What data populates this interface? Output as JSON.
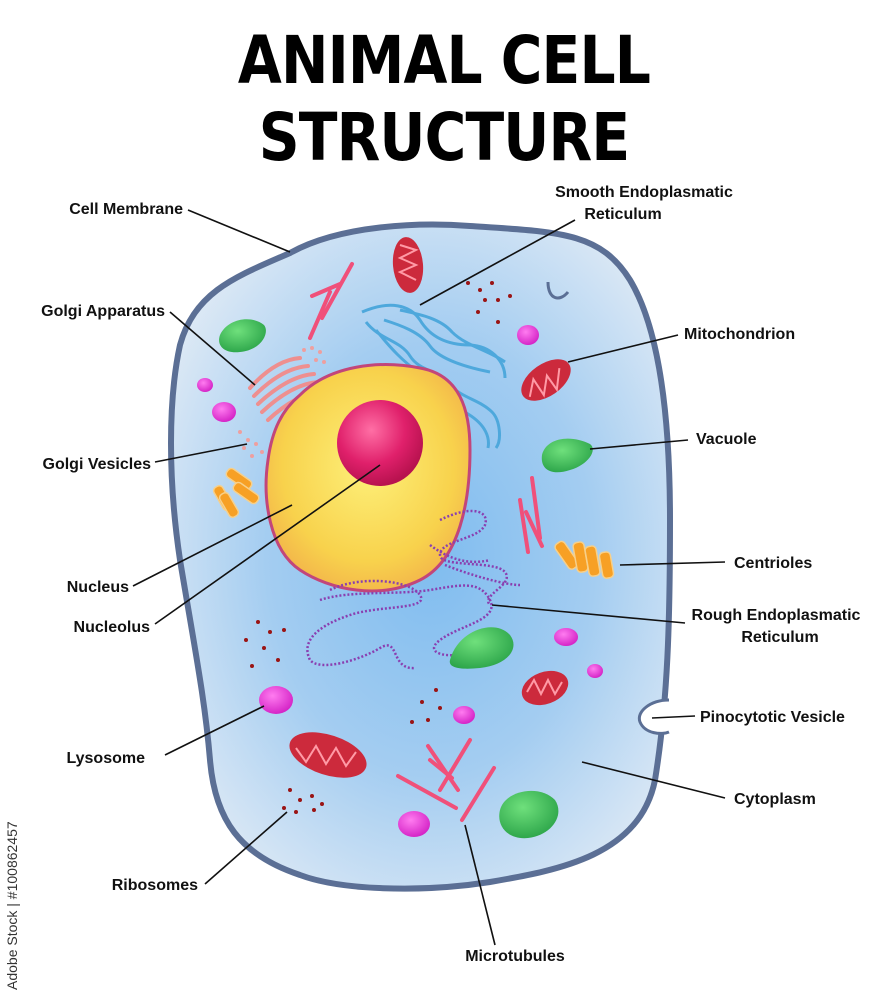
{
  "title": "ANIMAL CELL STRUCTURE",
  "watermark": "Adobe Stock | #100862457",
  "labels": {
    "cell_membrane": "Cell Membrane",
    "smooth_er_1": "Smooth Endoplasmatic",
    "smooth_er_2": "Reticulum",
    "golgi_apparatus": "Golgi Apparatus",
    "mitochondrion": "Mitochondrion",
    "vacuole": "Vacuole",
    "golgi_vesicles": "Golgi Vesicles",
    "centrioles": "Centrioles",
    "nucleus": "Nucleus",
    "rough_er_1": "Rough Endoplasmatic",
    "rough_er_2": "Reticulum",
    "nucleolus": "Nucleolus",
    "pinocytotic_vesicle": "Pinocytotic Vesicle",
    "lysosome": "Lysosome",
    "cytoplasm": "Cytoplasm",
    "ribosomes": "Ribosomes",
    "microtubules": "Microtubules"
  },
  "colors": {
    "membrane": "#5b6f95",
    "cytoplasm_center": "#8ec3ef",
    "cytoplasm_edge": "#dbe9f6",
    "nucleus": "#f8d24c",
    "nucleus_edge": "#c2467a",
    "nucleolus": "#e0206b",
    "mitochondria": "#cc2a3c",
    "vacuole": "#3fbf5a",
    "lysosome": "#e83ad8",
    "ribosome": "#9a1414",
    "microtubule": "#f0507a",
    "smooth_er": "#4ea8dc",
    "rough_er": "#8a3fb0",
    "golgi": "#ee8f8f",
    "centriole": "#f7a025"
  }
}
